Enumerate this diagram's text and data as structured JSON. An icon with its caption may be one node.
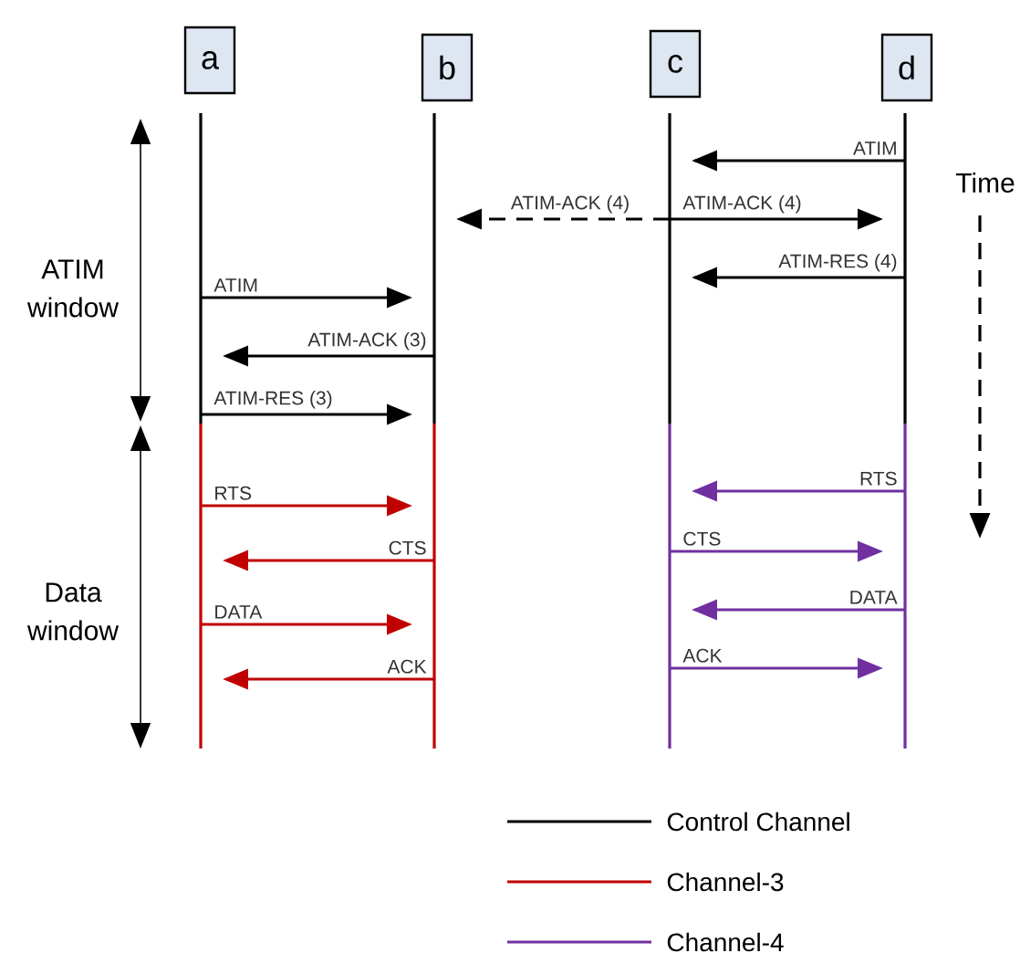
{
  "diagram": {
    "nodes": [
      {
        "text": [
          "a"
        ]
      },
      {
        "text": [
          "b"
        ]
      },
      {
        "text": [
          "c"
        ]
      },
      {
        "text": [
          "d"
        ]
      },
      {
        "text": [],
        "shape": "line"
      },
      {
        "text": [],
        "shape": "line"
      },
      {
        "text": [],
        "shape": "line"
      },
      {
        "text": [],
        "shape": "line"
      }
    ],
    "edges": [
      {
        "from": 7,
        "to": 6,
        "arrow": "to",
        "label": "ATIM"
      },
      {
        "from": 6,
        "to": 5,
        "arrow": "to",
        "label": "ATIM-ACK (4)",
        "style": "dashed"
      },
      {
        "from": 6,
        "to": 7,
        "arrow": "to",
        "label": "ATIM-ACK (4)"
      },
      {
        "from": 7,
        "to": 6,
        "arrow": "to",
        "label": "ATIM-RES (4)"
      },
      {
        "from": 4,
        "to": 5,
        "arrow": "to",
        "label": "ATIM"
      },
      {
        "from": 5,
        "to": 4,
        "arrow": "to",
        "label": "ATIM-ACK (3)"
      },
      {
        "from": 4,
        "to": 5,
        "arrow": "to",
        "label": "ATIM-RES (3)"
      },
      {
        "from": 4,
        "to": 5,
        "arrow": "to",
        "label": "RTS",
        "color": "#c00000"
      },
      {
        "from": 5,
        "to": 4,
        "arrow": "to",
        "label": "CTS",
        "color": "#c00000"
      },
      {
        "from": 4,
        "to": 5,
        "arrow": "to",
        "label": "DATA",
        "color": "#c00000"
      },
      {
        "from": 5,
        "to": 4,
        "arrow": "to",
        "label": "ACK",
        "color": "#c00000"
      },
      {
        "from": 7,
        "to": 6,
        "arrow": "to",
        "label": "RTS",
        "color": "#7030a0"
      },
      {
        "from": 6,
        "to": 7,
        "arrow": "to",
        "label": "CTS",
        "color": "#7030a0"
      },
      {
        "from": 7,
        "to": 6,
        "arrow": "to",
        "label": "DATA",
        "color": "#7030a0"
      },
      {
        "from": 6,
        "to": 7,
        "arrow": "to",
        "label": "ACK",
        "color": "#7030a0"
      }
    ],
    "labels": [
      "ATIM window",
      "Data window",
      "Time"
    ],
    "legend": [
      {
        "text": "Control Channel"
      },
      {
        "text": "Channel-3"
      },
      {
        "text": "Channel-4"
      }
    ]
  }
}
